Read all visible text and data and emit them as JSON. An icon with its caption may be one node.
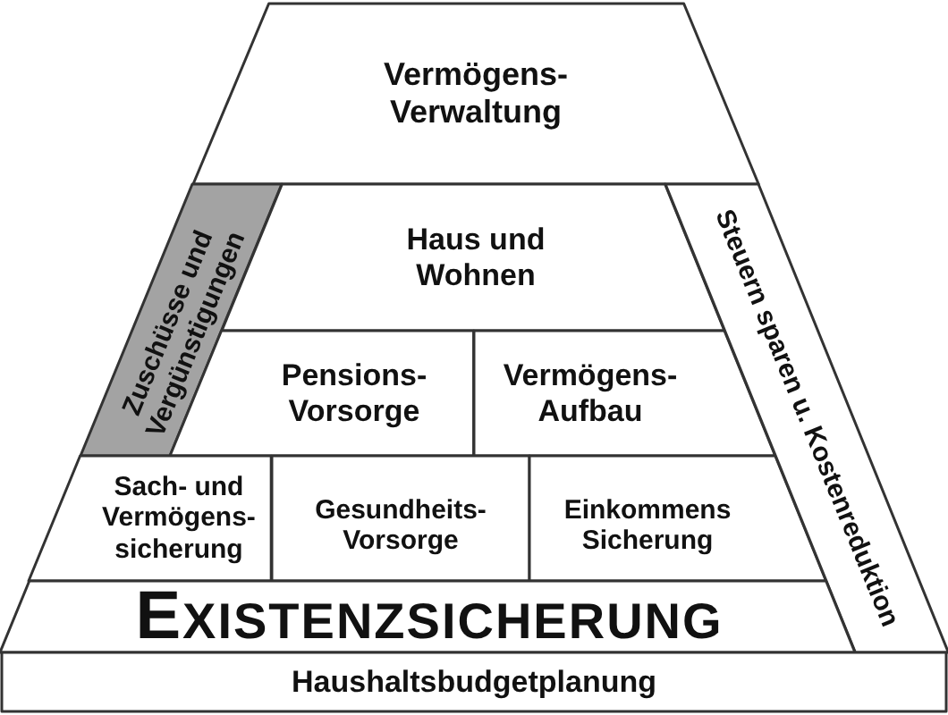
{
  "diagram": {
    "nodes": [
      {
        "text": [
          "Vermögens- Verwaltung"
        ]
      },
      {
        "text": [
          "Zuschüsse und Vergünstigungen"
        ]
      },
      {
        "text": [
          "Haus und Wohnen"
        ]
      },
      {
        "text": [
          "Pensions- Vorsorge"
        ]
      },
      {
        "text": [
          "Vermögens- Aufbau"
        ]
      },
      {
        "text": [
          "Sach- und Vermögens- sicherung"
        ]
      },
      {
        "text": [
          "Gesundheits- Vorsorge"
        ]
      },
      {
        "text": [
          "Einkommens Sicherung"
        ]
      },
      {
        "text": [
          "Steuern sparen u. Kostenreduktion"
        ]
      },
      {
        "text": [
          "EXISTENZSICHERUNG"
        ]
      },
      {
        "text": [
          "Haushaltsbudgetplanung"
        ]
      }
    ]
  }
}
